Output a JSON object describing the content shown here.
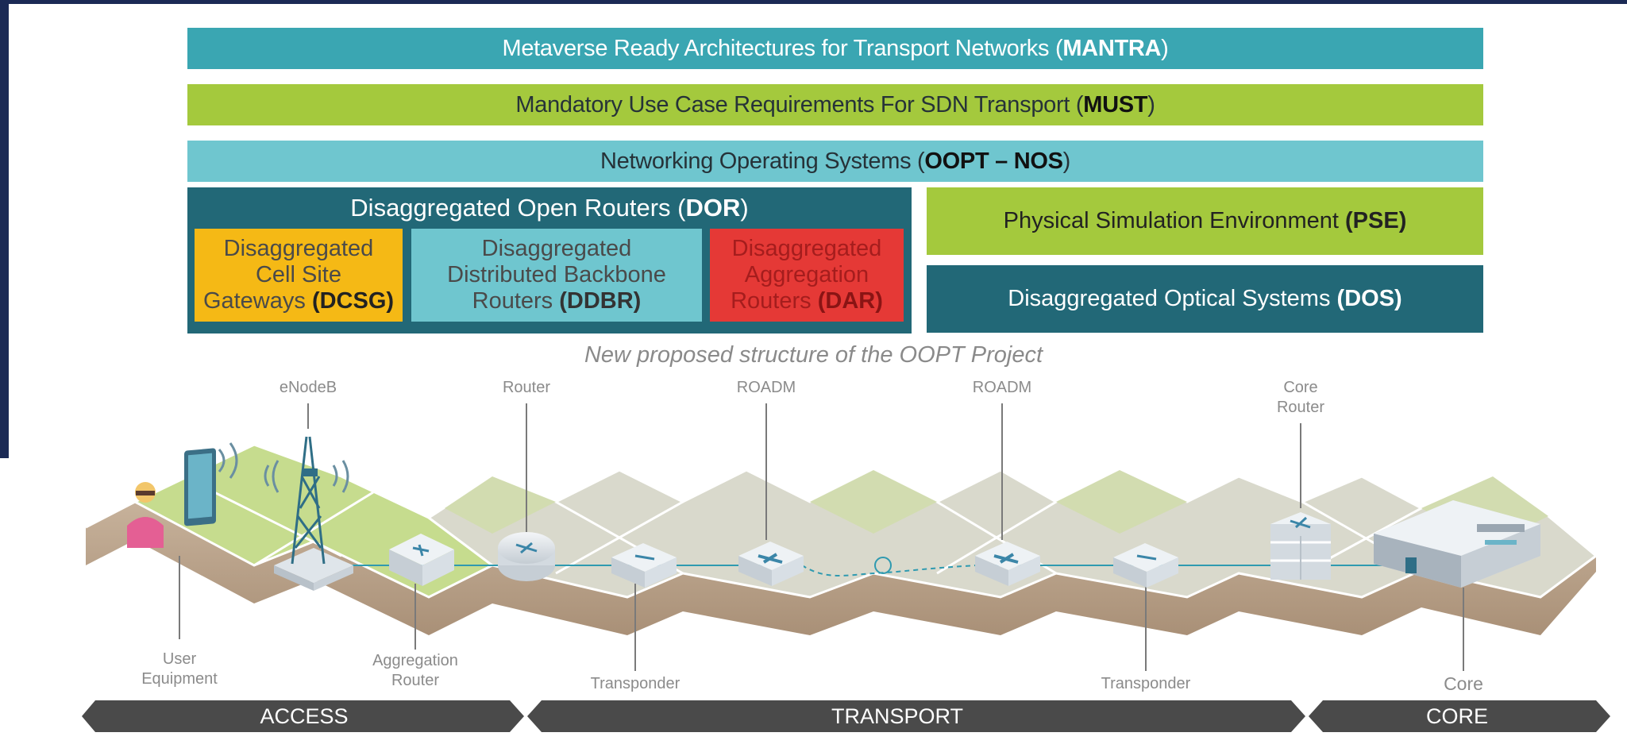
{
  "layers": {
    "mantra": {
      "text": "Metaverse Ready Architectures for Transport Networks (",
      "bold": "MANTRA",
      "end": ")"
    },
    "must": {
      "text": "Mandatory Use Case Requirements For SDN Transport (",
      "bold": "MUST",
      "end": ")"
    },
    "nos": {
      "text": "Networking Operating Systems (",
      "bold": "OOPT – NOS",
      "end": ")"
    }
  },
  "dor": {
    "title": "Disaggregated Open Routers (",
    "title_bold": "DOR",
    "title_end": ")",
    "dcsg": {
      "line1": "Disaggregated",
      "line2": "Cell Site",
      "line3": "Gateways ",
      "bold": "(DCSG)"
    },
    "ddbr": {
      "line1": "Disaggregated",
      "line2": "Distributed Backbone",
      "line3": "Routers ",
      "bold": "(DDBR)"
    },
    "dar": {
      "line1": "Disaggregated",
      "line2": "Aggregation",
      "line3": "Routers ",
      "bold": "(DAR)"
    }
  },
  "pse": {
    "text": "Physical Simulation Environment ",
    "bold": "(PSE)"
  },
  "dos": {
    "text": "Disaggregated Optical Systems ",
    "bold": "(DOS)"
  },
  "caption": "New proposed  structure of the OOPT Project",
  "labels": {
    "enodeb": "eNodeB",
    "router": "Router",
    "roadm1": "ROADM",
    "roadm2": "ROADM",
    "core_router_1": "Core",
    "core_router_2": "Router",
    "user_1": "User",
    "user_2": "Equipment",
    "agg_1": "Aggregation",
    "agg_2": "Router",
    "transponder1": "Transponder",
    "transponder2": "Transponder",
    "core": "Core"
  },
  "segments": {
    "access": "ACCESS",
    "transport": "TRANSPORT",
    "core": "CORE"
  },
  "colors": {
    "mantra": "#3aa6b2",
    "must": "#a4c93d",
    "nos": "#6fc6cf",
    "dor": "#226877",
    "dcsg": "#f5b915",
    "ddbr": "#6fc6cf",
    "dar": "#e53936",
    "pse": "#a4c93d",
    "dos": "#226877",
    "segment": "#4a4a4a"
  }
}
